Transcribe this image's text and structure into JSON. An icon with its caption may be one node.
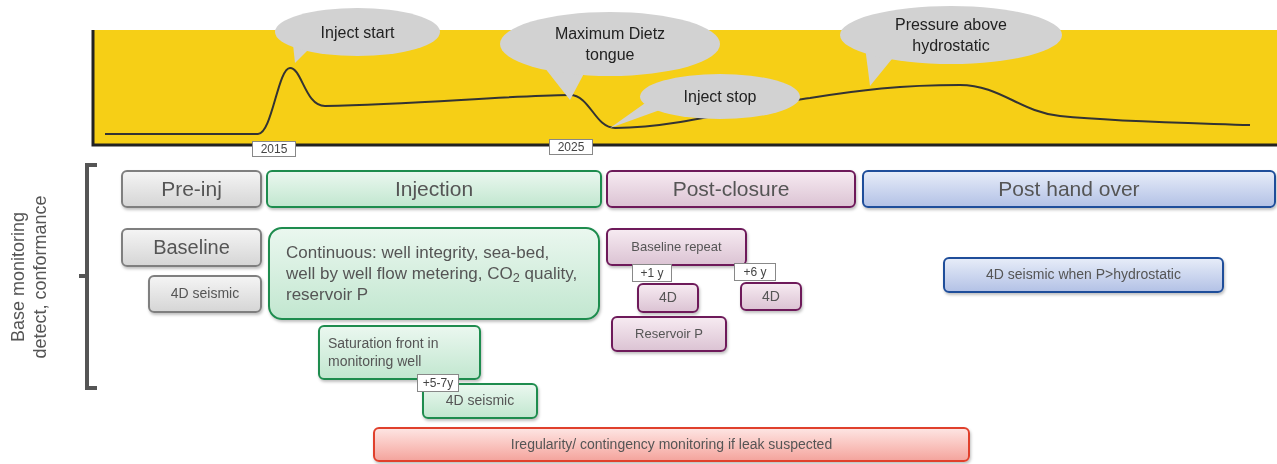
{
  "diagram": {
    "nodes": [
      {
        "text": [
          "Inject start"
        ]
      },
      {
        "text": [
          "Maximum Dietz tongue"
        ]
      },
      {
        "text": [
          "Inject stop"
        ]
      },
      {
        "text": [
          "Pressure above hydrostatic"
        ]
      },
      {
        "text": [
          "Pre-inj"
        ]
      },
      {
        "text": [
          "Injection"
        ]
      },
      {
        "text": [
          "Post-closure"
        ]
      },
      {
        "text": [
          "Post hand over"
        ]
      },
      {
        "text": [
          "Baseline"
        ]
      },
      {
        "text": [
          "4D seismic"
        ]
      },
      {
        "text": [
          "Continuous: well integrity, sea-bed, well by well flow metering, CO$_{2}$ quality, reservoir P"
        ]
      },
      {
        "text": [
          "Saturation front in monitoring well"
        ]
      },
      {
        "text": [
          "4D seismic"
        ]
      },
      {
        "text": [
          "Baseline repeat"
        ]
      },
      {
        "text": [
          "4D"
        ]
      },
      {
        "text": [
          "4D"
        ]
      },
      {
        "text": [
          "Reservoir P"
        ]
      },
      {
        "text": [
          "4D seismic when P>hydrostatic"
        ]
      },
      {
        "text": [
          "Iregularity/ contingency monitoring if leak suspected"
        ]
      }
    ],
    "labels": [
      "2015",
      "2025",
      "+1 y",
      "+6 y",
      "+5-7y",
      "Base monitoring detect, conformance"
    ]
  }
}
